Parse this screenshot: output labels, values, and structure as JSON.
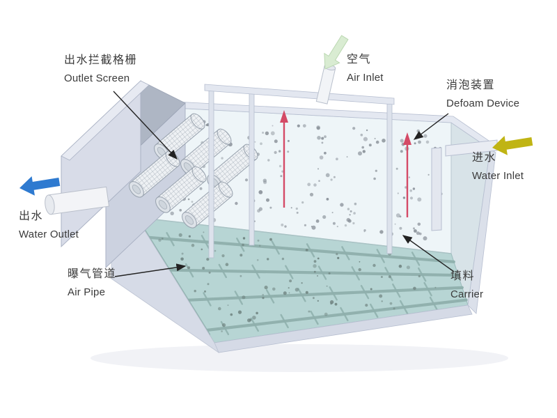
{
  "labels": {
    "outlet_screen": {
      "zh": "出水拦截格栅",
      "en": "Outlet Screen"
    },
    "air_inlet": {
      "zh": "空气",
      "en": "Air Inlet"
    },
    "defoam_device": {
      "zh": "消泡装置",
      "en": "Defoam Device"
    },
    "water_inlet": {
      "zh": "进水",
      "en": "Water Inlet"
    },
    "water_outlet": {
      "zh": "出水",
      "en": "Water Outlet"
    },
    "air_pipe": {
      "zh": "曝气管道",
      "en": "Air Pipe"
    },
    "carrier": {
      "zh": "填料",
      "en": "Carrier"
    }
  },
  "colors": {
    "water_outlet_arrow": "#2e7ad0",
    "water_inlet_arrow": "#c0b414",
    "air_inlet_arrow": "#d9ecd2",
    "defoam_device": "#d44a66",
    "tank_wall": "#d8dce8",
    "water_surface": "#eef5f8",
    "tank_floor": "#b7d5d4",
    "carrier_dot": "#8a9199",
    "annotation_arrow": "#222222"
  }
}
